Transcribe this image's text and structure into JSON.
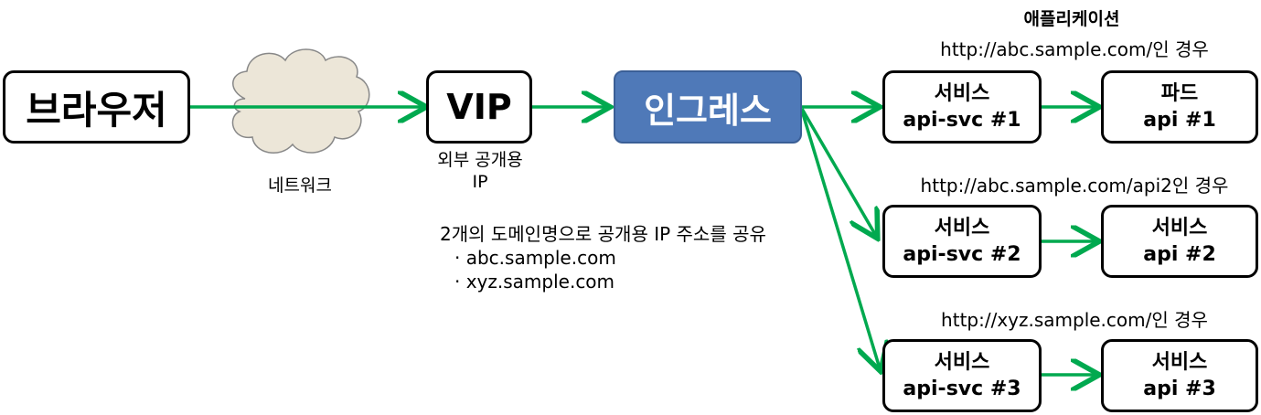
{
  "nodes": {
    "browser": "브라우저",
    "network": "네트워크",
    "vip": "VIP",
    "vip_caption_line1": "외부 공개용",
    "vip_caption_line2": "IP",
    "ingress": "인그레스"
  },
  "note": {
    "line1": "2개의 도메인명으로 공개용 IP 주소를 공유",
    "line2": "· abc.sample.com",
    "line3": "· xyz.sample.com"
  },
  "application": {
    "title": "애플리케이션",
    "routes": [
      {
        "condition": "http://abc.sample.com/인 경우",
        "service_line1": "서비스",
        "service_line2": "api-svc #1",
        "target_line1": "파드",
        "target_line2": "api #1"
      },
      {
        "condition": "http://abc.sample.com/api2인 경우",
        "service_line1": "서비스",
        "service_line2": "api-svc #2",
        "target_line1": "서비스",
        "target_line2": "api #2"
      },
      {
        "condition": "http://xyz.sample.com/인 경우",
        "service_line1": "서비스",
        "service_line2": "api-svc #3",
        "target_line1": "서비스",
        "target_line2": "api #3"
      }
    ]
  },
  "colors": {
    "arrow": "#00a94f",
    "ingress_fill": "#4f79b8",
    "cloud_fill": "#ece6d8"
  }
}
